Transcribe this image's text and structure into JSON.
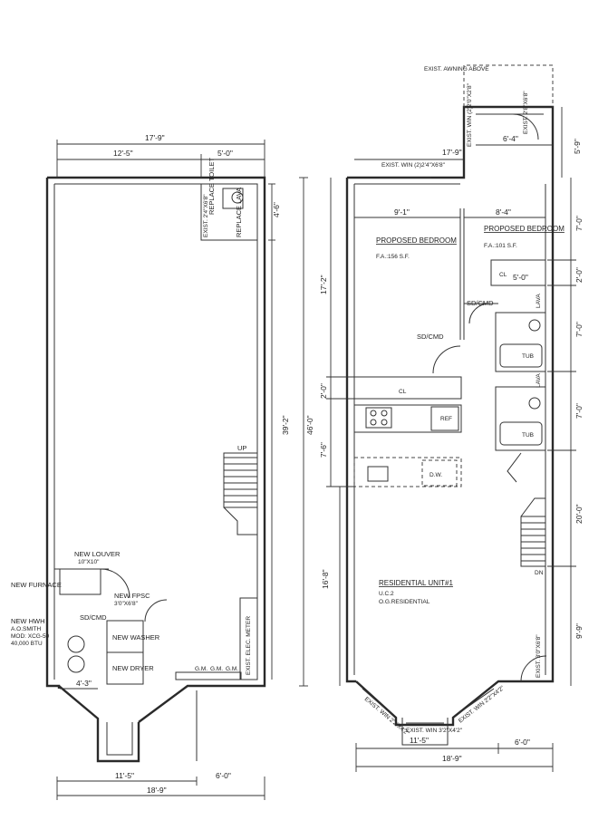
{
  "left_plan": {
    "dims": {
      "total_width": "17'-9\"",
      "top_left": "12'-5\"",
      "top_right": "5'-0\"",
      "right_top": "4'-6\"",
      "height_inner": "39'-2\"",
      "height_total": "46'-0\"",
      "bottom_left": "11'-5\"",
      "bottom_right": "6'-0\"",
      "bottom_total": "18'-9\"",
      "small": "4'-3\""
    },
    "labels": {
      "replace_toilet": "REPLACE TOILET",
      "replace_lava": "REPLACE LAVA",
      "exist_door": "EXIST. 2'4\"X6'8\"",
      "up": "UP",
      "new_louver": "NEW LOUVER",
      "louver_size": "10\"X10\"",
      "new_furnace": "NEW FURNACE",
      "new_fpsc": "NEW FPSC",
      "fpsc_size": "3'0\"X6'8\"",
      "sd_cmd": "SD/CMD",
      "new_hwh": "NEW HWH",
      "hwh_brand": "A.O.SMITH",
      "hwh_model": "MOD: XCG-50",
      "hwh_btu": "40,000 BTU",
      "new_washer": "NEW WASHER",
      "new_dryer": "NEW DRYER",
      "gm1": "G.M.",
      "gm2": "G.M.",
      "gm3": "G.M.",
      "exist_elec": "EXIST. ELEC. METER"
    }
  },
  "right_plan": {
    "dims": {
      "total_width": "17'-9\"",
      "top_right": "6'-4\"",
      "right_top": "5'-9\"",
      "bed1_width": "9'-1\"",
      "bed2_width": "8'-4\"",
      "left_top": "17'-2\"",
      "left_mid1": "2'-0\"",
      "left_mid2": "7'-6\"",
      "left_bot": "16'-8\"",
      "r_7a": "7'-0\"",
      "r_2": "2'-0\"",
      "r_7b": "7'-0\"",
      "r_7c": "7'-0\"",
      "r_20": "20'-0\"",
      "r_99": "9'-9\"",
      "cl_width": "5'-0\"",
      "bottom_total": "18'-9\"",
      "bottom_right": "6'-0\"",
      "bay": "11'-5\""
    },
    "labels": {
      "exist_awning": "EXIST. AWNING ABOVE",
      "exist_win_top": "EXIST. WIN (2)2'0\"X2'8\"",
      "exist_door_top": "EXIST. 2'8\"X6'8\"",
      "exist_win_rear": "EXIST. WIN (2)2'4\"X6'8\"",
      "bed1_title": "PROPOSED BEDROOM",
      "bed1_area": "F.A.:156 S.F.",
      "bed2_title": "PROPOSED BEDROOM",
      "bed2_area": "F.A.:101 S.F.",
      "cl_small": "CL",
      "cl_kitchen": "CL",
      "sd1": "SD/CMD",
      "sd2": "SD/CMD",
      "lava1": "LAVA",
      "lava2": "LAVA",
      "tub1": "TUB",
      "tub2": "TUB",
      "ref": "REF",
      "dw": "D.W.",
      "dn": "DN",
      "unit_title": "RESIDENTIAL UNIT#1",
      "unit_uc": "U.C.2",
      "unit_og": "O.G.RESIDENTIAL",
      "exist_door_front": "EXIST. 3'0\"X6'8\"",
      "exist_win_bay_l": "EXIST. WIN 2'2\"X4'2\"",
      "exist_win_bay_c": "EXIST. WIN 3'2\"X4'2\"",
      "exist_win_bay_r": "EXIST. WIN 2'2\"X4'2\""
    }
  }
}
